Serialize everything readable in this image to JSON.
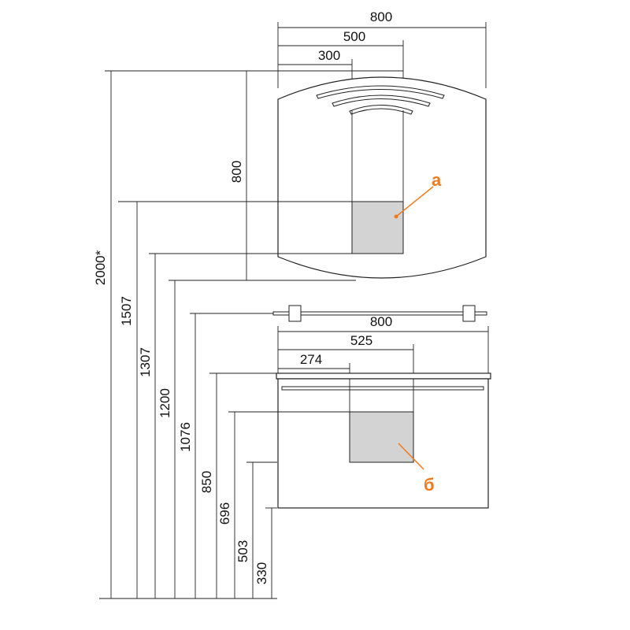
{
  "colors": {
    "line": "#222222",
    "zone_fill": "#d3d3d3",
    "accent": "#f27a1a"
  },
  "mirror": {
    "width_label": "800",
    "offset_500_label": "500",
    "offset_300_label": "300",
    "height_label": "800",
    "marker_label": "а"
  },
  "cabinet": {
    "width_label": "800",
    "offset_525_label": "525",
    "offset_274_label": "274",
    "marker_label": "б"
  },
  "heights": {
    "total_label": "2000*",
    "h1507": "1507",
    "h1307": "1307",
    "h1200": "1200",
    "h1076": "1076",
    "h850": "850",
    "h696": "696",
    "h503": "503",
    "h330": "330"
  }
}
